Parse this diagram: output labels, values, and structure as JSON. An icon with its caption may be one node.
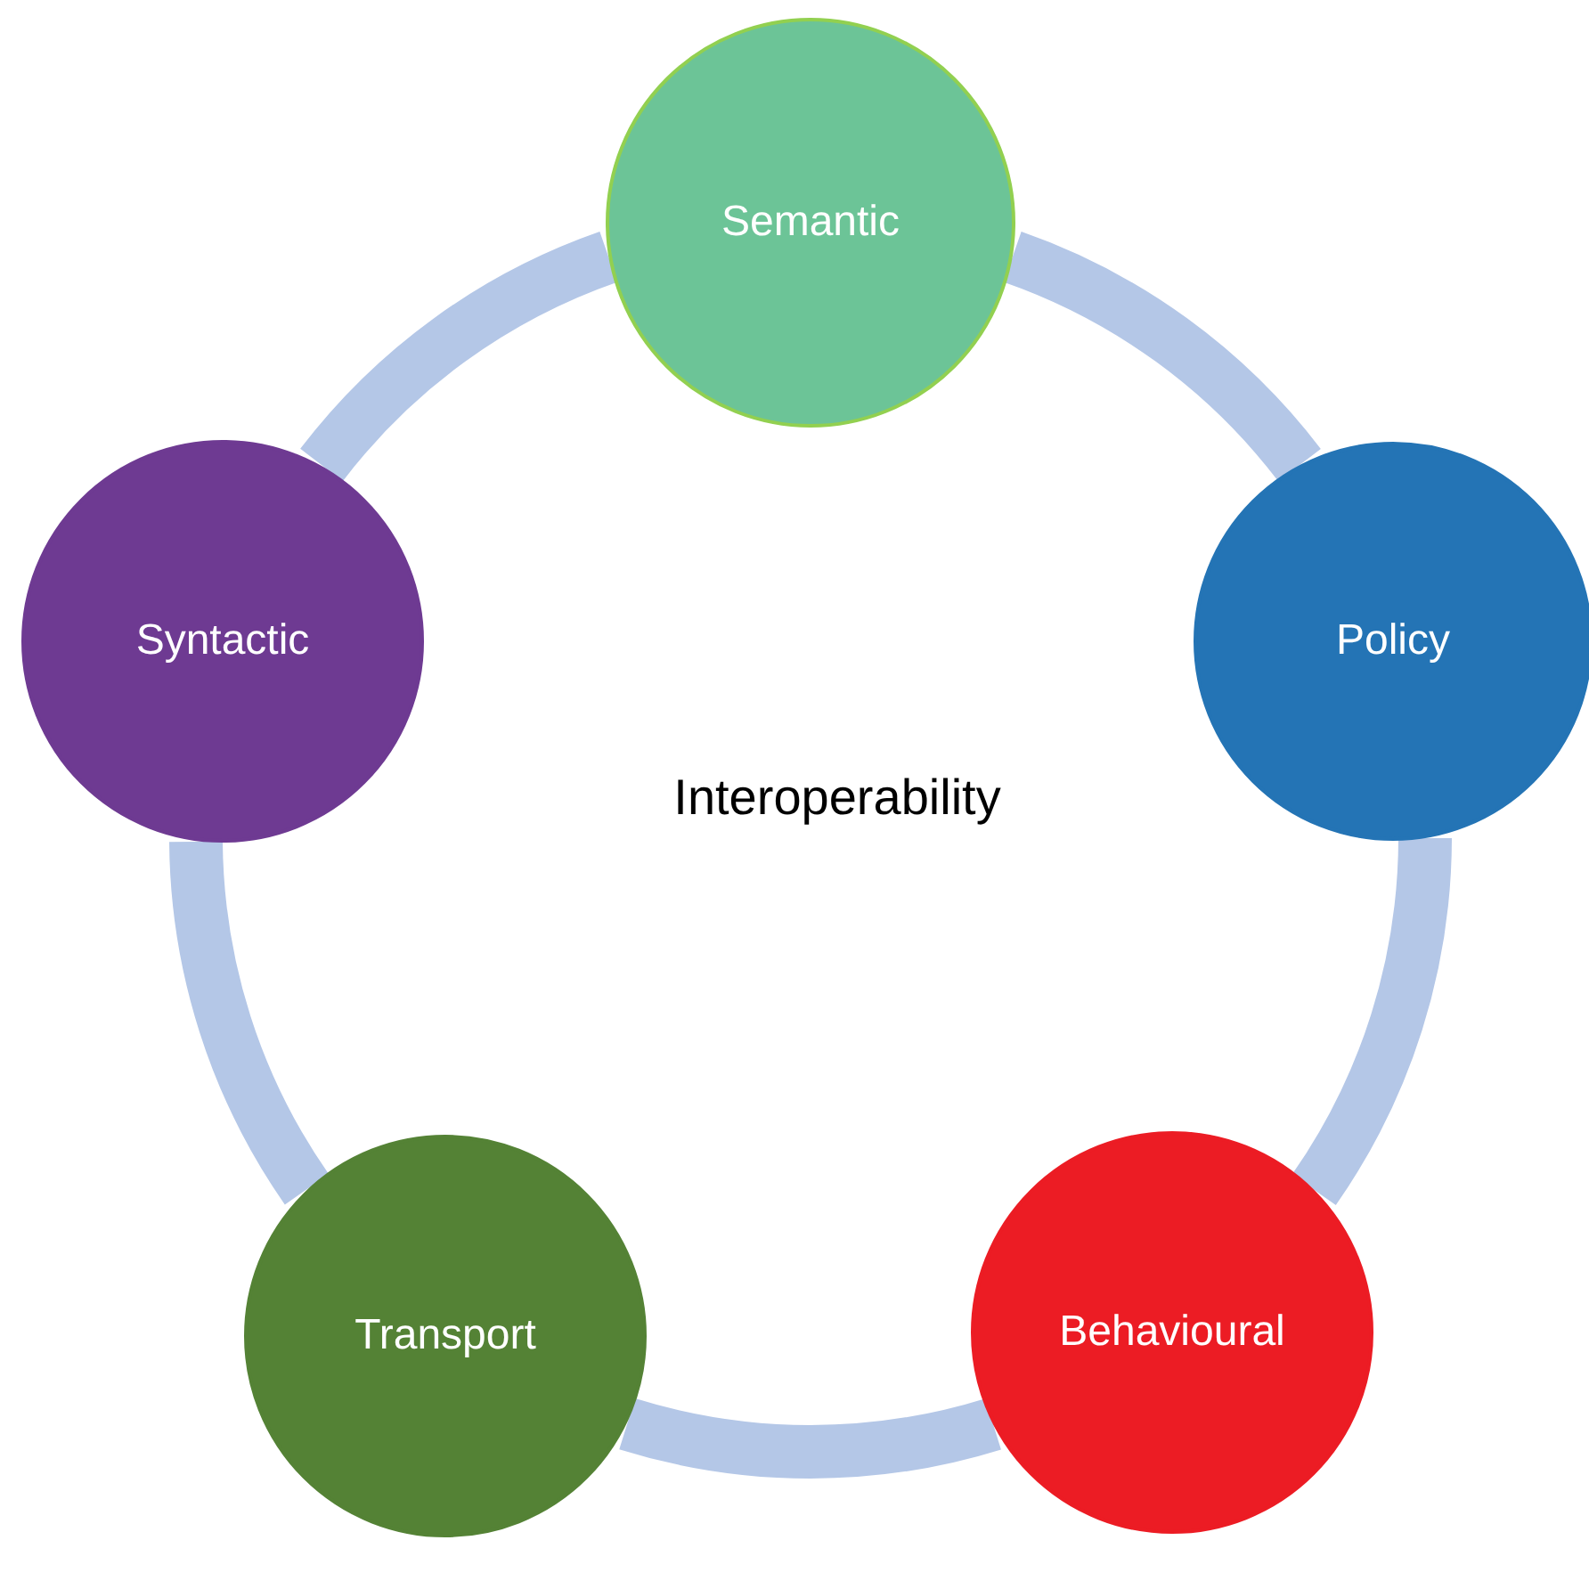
{
  "diagram": {
    "nodes": [
      {
        "text": [
          "Semantic"
        ]
      },
      {
        "text": [
          "Policy"
        ]
      },
      {
        "text": [
          "Behavioural"
        ]
      },
      {
        "text": [
          "Transport"
        ]
      },
      {
        "text": [
          "Syntactic"
        ]
      }
    ],
    "edges": [
      {
        "from": 0,
        "to": 1,
        "arrow": "none"
      },
      {
        "from": 1,
        "to": 2,
        "arrow": "none"
      },
      {
        "from": 2,
        "to": 3,
        "arrow": "none"
      },
      {
        "from": 3,
        "to": 4,
        "arrow": "none"
      },
      {
        "from": 4,
        "to": 0,
        "arrow": "none"
      }
    ],
    "labels": [
      "Interoperability"
    ]
  }
}
